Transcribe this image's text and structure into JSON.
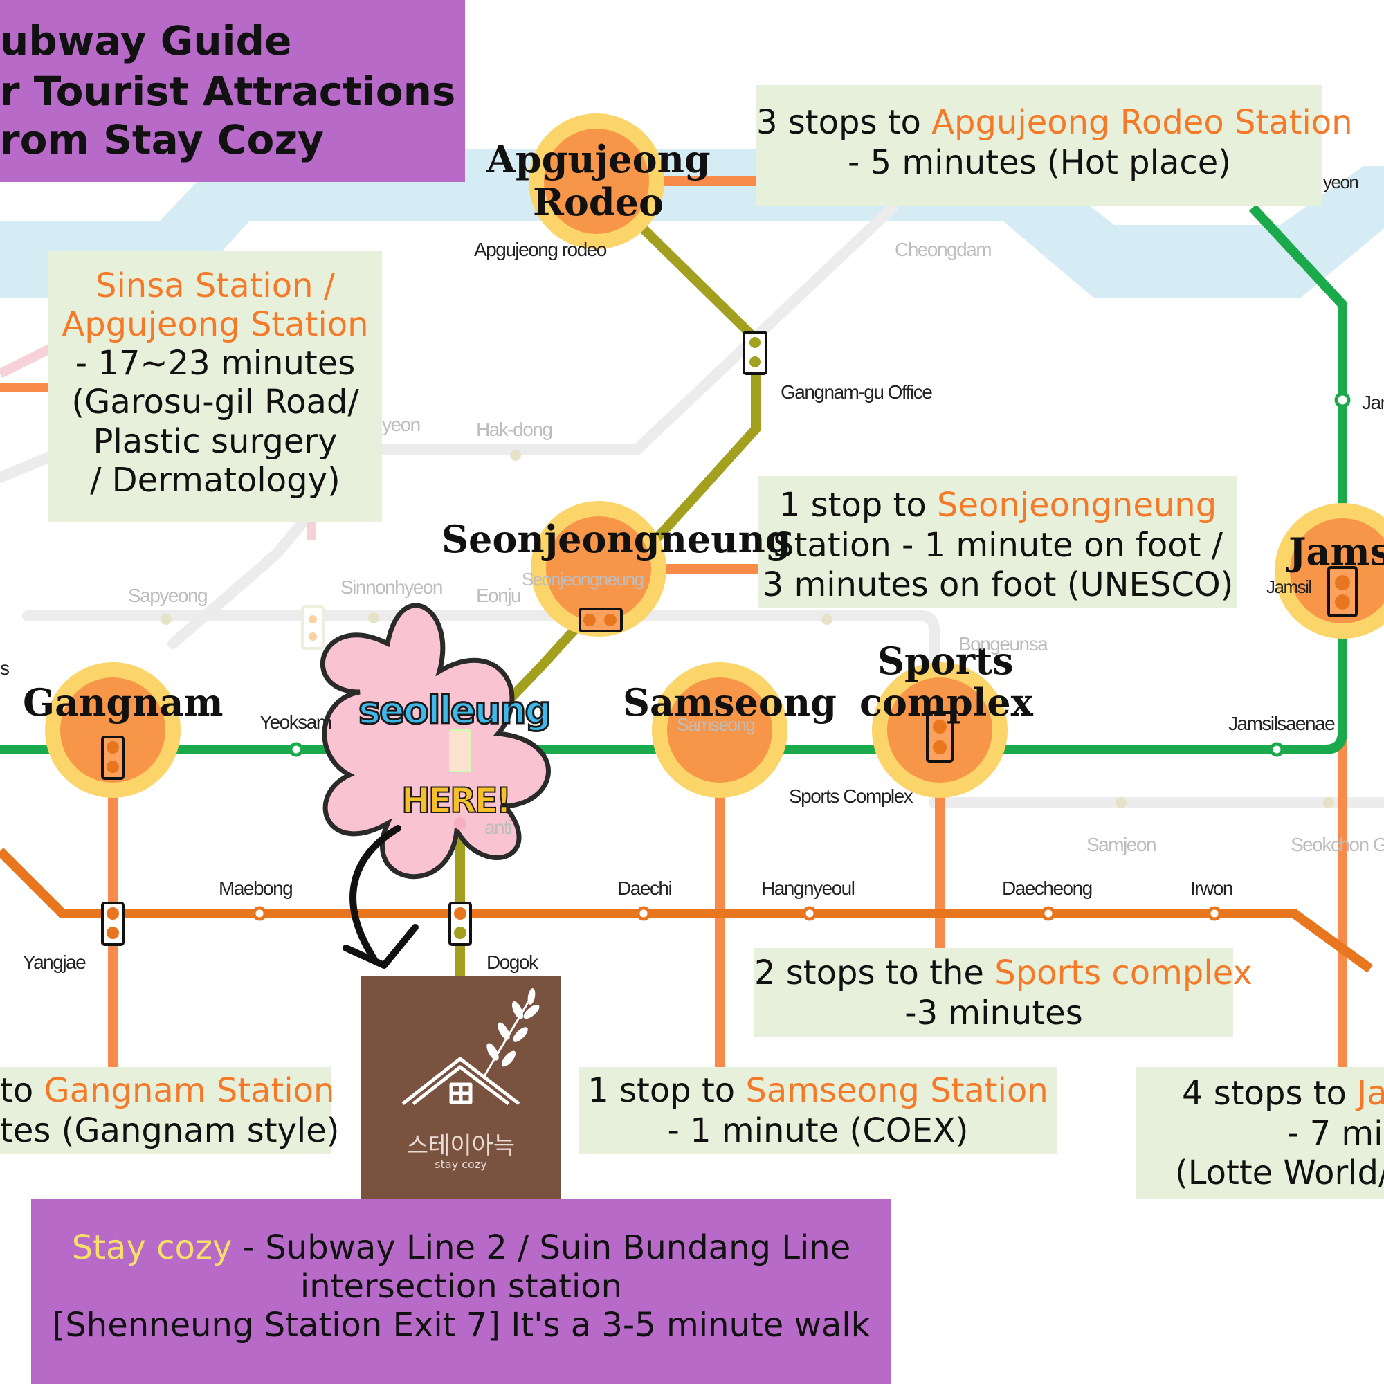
{
  "header": {
    "line1": "ubway Guide",
    "line2": "r Tourist Attractions",
    "line3": "rom Stay Cozy"
  },
  "callouts": {
    "apgujeong": {
      "pre": "3 stops to ",
      "hl": "Apgujeong Rodeo Station",
      "line2": "- 5 minutes (Hot place)"
    },
    "sinsa": {
      "hl1": "Sinsa Station /",
      "hl2": "Apgujeong Station",
      "l3": "- 17~23 minutes",
      "l4": "(Garosu-gil Road/",
      "l5": "Plastic surgery",
      "l6": "/ Dermatology)"
    },
    "seonjeong": {
      "pre": "1 stop to ",
      "hl": "Seonjeongneung",
      "l2": "Station - 1 minute on foot /",
      "l3": "3 minutes on foot (UNESCO)"
    },
    "sports": {
      "pre": "2 stops to the ",
      "hl": "Sports complex",
      "l2": "-3 minutes"
    },
    "samseong": {
      "pre": "1 stop to ",
      "hl": "Samseong Station",
      "l2": "- 1 minute (COEX)"
    },
    "gangnam": {
      "pre": "to ",
      "hl": "Gangnam Station",
      "l2": "tes (Gangnam style)"
    },
    "jamsil": {
      "pre": "4 stops to ",
      "hl": "Ja",
      "l2": "- 7 mi",
      "l3": "(Lotte World/"
    }
  },
  "big_names": {
    "apgujeong1": "Apgujeong",
    "apgujeong2": "Rodeo",
    "seonjeong": "Seonjeongneung",
    "gangnam": "Gangnam",
    "samseong": "Samseong",
    "sports1": "Sports",
    "sports2": "complex",
    "jamsil": "Jams"
  },
  "stations": {
    "apgujeong_rodeo": "Apgujeong rodeo",
    "cheongdam": "Cheongdam",
    "gangnamgu_office": "Gangnam-gu Office",
    "hakdong": "Hak-dong",
    "yeon": "yeon",
    "sapyeong": "Sapyeong",
    "sinnonhyeon": "Sinnonhyeon",
    "eonju": "Eonju",
    "seonjeongneung": "Seonjeongneung",
    "bongeunsa": "Bongeunsa",
    "yeoksam": "Yeoksam",
    "samseong": "Samseong",
    "jamsilsaenae": "Jamsilsaenae",
    "sports_complex": "Sports Complex",
    "jamsil": "Jamsil",
    "jan": "Jan",
    "s": "s",
    "anti": "anti",
    "samjeon": "Samjeon",
    "seokchon": "Seokchon G",
    "maebong": "Maebong",
    "daechi": "Daechi",
    "hangnyeoul": "Hangnyeoul",
    "daecheong": "Daecheong",
    "irwon": "Irwon",
    "yangjae": "Yangjae",
    "dogok": "Dogok",
    "yeon_top": "yeon"
  },
  "flower": {
    "name": "seolleung",
    "here": "HERE!"
  },
  "logo": {
    "korean": "스테이아늑",
    "english": "stay cozy"
  },
  "footer": {
    "hl": "Stay cozy",
    "l1rest": " - Subway Line 2 / Suin Bundang Line",
    "l2": "intersection station",
    "l3": "[Shenneung Station Exit 7] It's a 3-5 minute walk"
  },
  "colors": {
    "line2_green": "#1aa94b",
    "line3_orange": "#e8761f",
    "shinbundang_olive": "#a3a020",
    "connector_orange": "#f88a4a",
    "river_blue": "#d6ecf5",
    "callout_bg": "#e7f0da",
    "purple": "#b86ac9",
    "highlight_orange": "#f47a2a",
    "logo_brown": "#7a5240"
  }
}
